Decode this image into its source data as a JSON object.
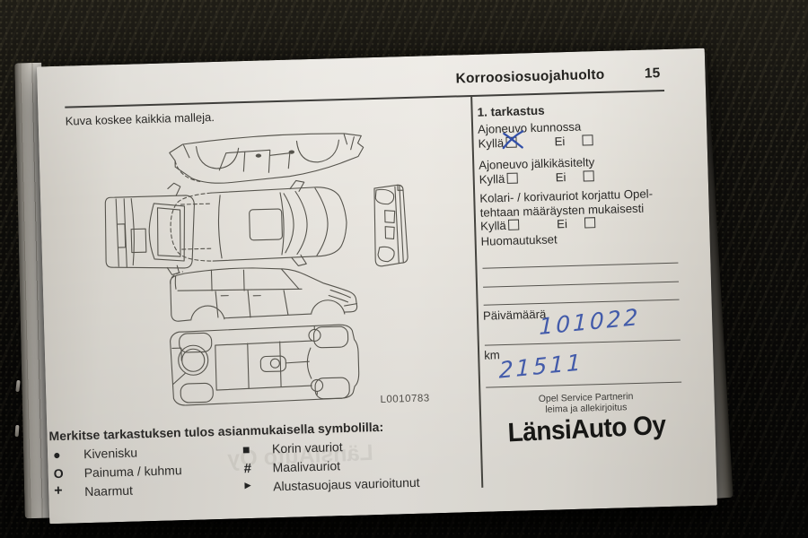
{
  "photo": {
    "header": {
      "title": "Korroosiosuojahuolto",
      "page_number": "15"
    },
    "note": "Kuva koskee kaikkia malleja.",
    "figure_code": "L0010783",
    "inspection": {
      "title": "1. tarkastus",
      "yes_label": "Kyllä",
      "no_label": "Ei",
      "questions": [
        {
          "text": "Ajoneuvo kunnossa",
          "yes_checked": true,
          "no_checked": false
        },
        {
          "text": "Ajoneuvo jälkikäsitelty",
          "yes_checked": false,
          "no_checked": false
        },
        {
          "text": "Kolari- / korivauriot korjattu Opel-tehtaan määräysten mukaisesti",
          "yes_checked": false,
          "no_checked": false
        }
      ],
      "remarks_label": "Huomautukset",
      "date_label": "Päivämäärä",
      "date_value": "101022",
      "km_label": "km",
      "km_value": "21511",
      "stamp_caption_line1": "Opel Service Partnerin",
      "stamp_caption_line2": "leima ja allekirjoitus",
      "stamp_name": "LänsiAuto Oy"
    },
    "legend": {
      "title": "Merkitse tarkastuksen tulos asianmukaisella symbolilla:",
      "col1": [
        {
          "symbol": "●",
          "label": "Kivenisku"
        },
        {
          "symbol": "O",
          "label": "Painuma / kuhmu"
        },
        {
          "symbol": "+",
          "label": "Naarmut"
        }
      ],
      "col2": [
        {
          "symbol": "■",
          "label": "Korin vauriot"
        },
        {
          "symbol": "#",
          "label": "Maalivauriot"
        },
        {
          "symbol": "►",
          "label": "Alustasuojaus vaurioitunut"
        }
      ]
    },
    "colors": {
      "pen_blue": "#3b55a8",
      "page": "#e7e4de",
      "ink": "#2b2a28"
    }
  }
}
